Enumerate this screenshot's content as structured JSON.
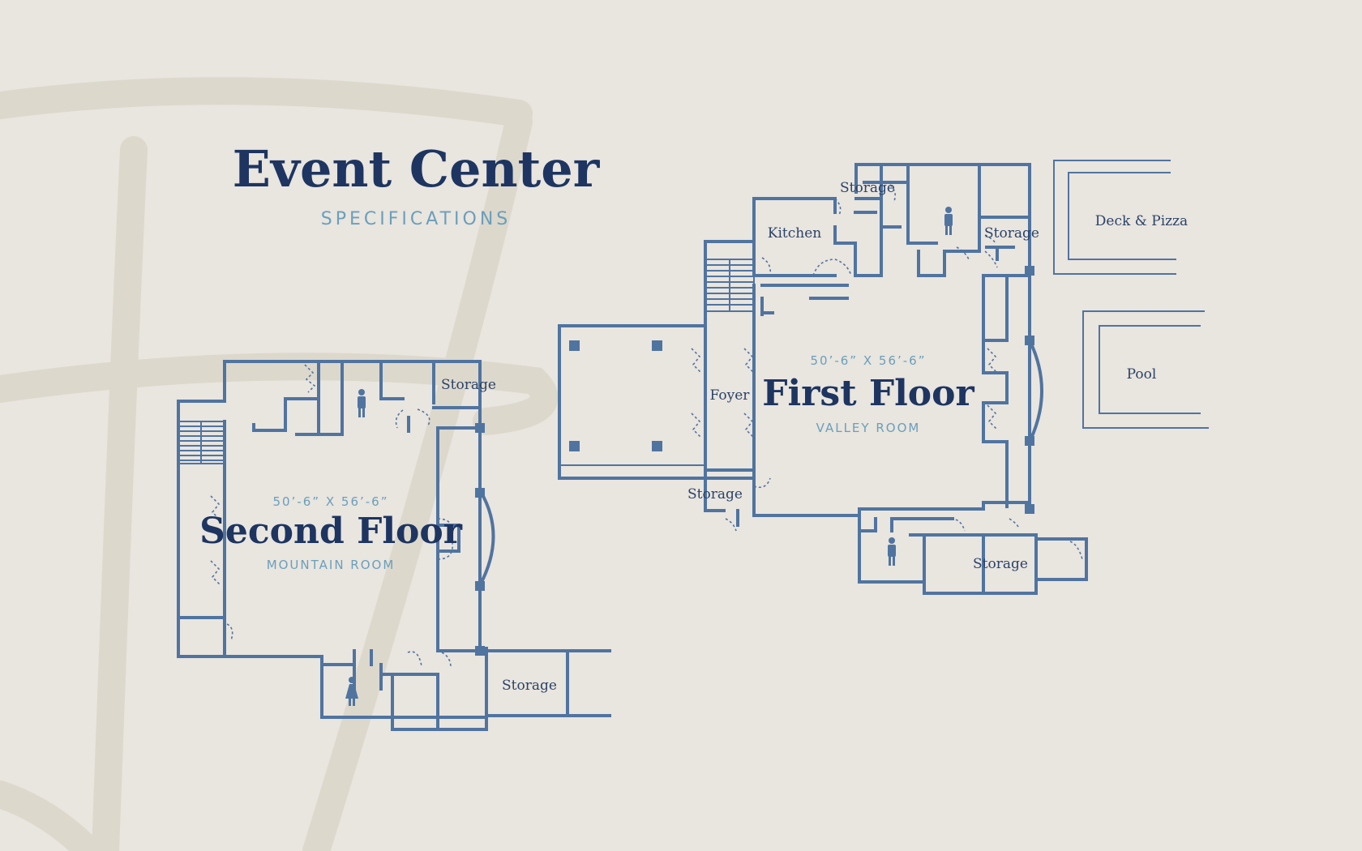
{
  "header": {
    "title": "Event Center",
    "subtitle": "SPECIFICATIONS"
  },
  "second_floor": {
    "name": "Second Floor",
    "dimensions": "50’-6” X 56’-6”",
    "room": "MOUNTAIN ROOM",
    "labels": {
      "storage_top": "Storage",
      "storage_bottom": "Storage"
    }
  },
  "first_floor": {
    "name": "First Floor",
    "dimensions": "50’-6” X 56’-6”",
    "room": "VALLEY ROOM",
    "labels": {
      "storage_top": "Storage",
      "kitchen": "Kitchen",
      "storage_right": "Storage",
      "deck": "Deck & Pizza",
      "pool": "Pool",
      "foyer": "Foyer",
      "storage_left": "Storage",
      "storage_bottom": "Storage"
    }
  },
  "colors": {
    "background": "#e9e5df",
    "wall": "#5074a0",
    "title": "#1d3560",
    "accent": "#6a9fbb",
    "watermark": "#ddd8cc"
  },
  "icons": [
    "person-icon",
    "stairs-icon",
    "door-swing-icon",
    "column-icon"
  ]
}
